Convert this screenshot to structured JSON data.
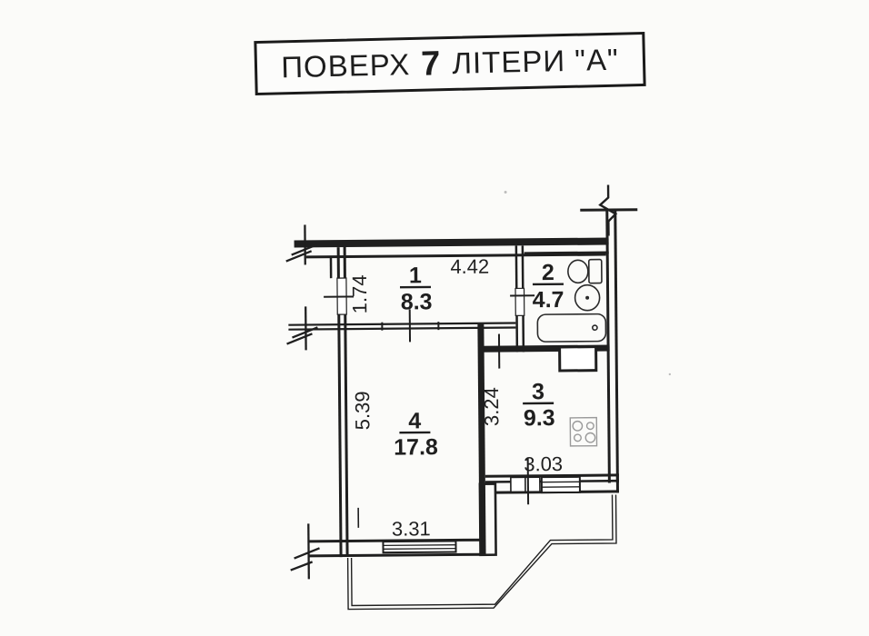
{
  "title": {
    "word_floor": "ПОВЕРХ",
    "floor_number": "7",
    "word_letter": "ЛІТЕРИ \"А\""
  },
  "rooms": [
    {
      "number": "1",
      "area": "8.3"
    },
    {
      "number": "2",
      "area": "4.7"
    },
    {
      "number": "3",
      "area": "9.3"
    },
    {
      "number": "4",
      "area": "17.8"
    }
  ],
  "dimensions": {
    "room1_width": "4.42",
    "room1_depth": "1.74",
    "room3_depth": "3.24",
    "room3_width": "3.03",
    "room4_depth": "5.39",
    "room4_width": "3.31"
  },
  "fixtures": {
    "toilet": "toilet-icon",
    "sink": "sink-icon",
    "bathtub": "bathtub-icon",
    "stove": "stove-icon",
    "vent": "vent-shaft"
  },
  "colors": {
    "ink": "#1f1f1f",
    "paper": "#fbfbf9",
    "stove_gray": "#9a9a9a"
  }
}
